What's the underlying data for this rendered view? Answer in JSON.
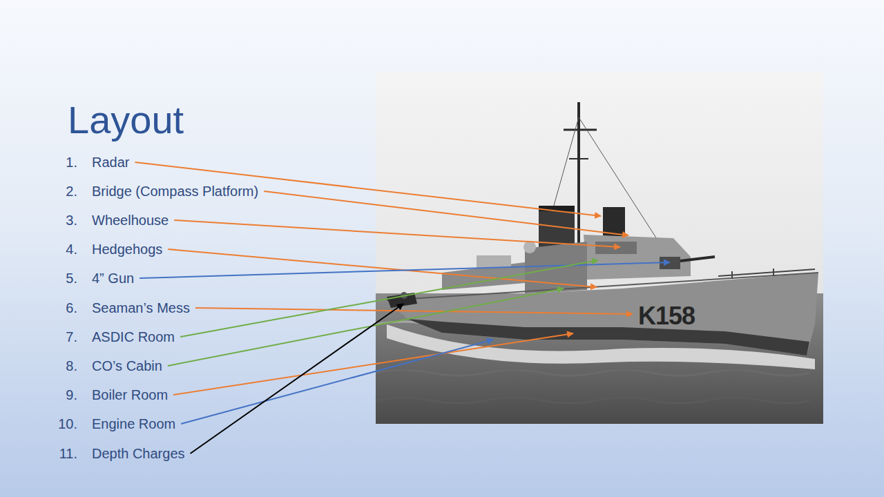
{
  "diagram": {
    "title": "Layout",
    "labels": [
      "1.",
      "Radar",
      "2.",
      "Bridge (Compass Platform)",
      "3.",
      "Wheelhouse",
      "4.",
      "Hedgehogs",
      "5.",
      "4” Gun",
      "6.",
      "Seaman’s Mess",
      "7.",
      "ASDIC Room",
      "8.",
      "CO’s Cabin",
      "9.",
      "Boiler Room",
      "10.",
      "Engine Room",
      "11.",
      "Depth Charges",
      "K158"
    ]
  }
}
